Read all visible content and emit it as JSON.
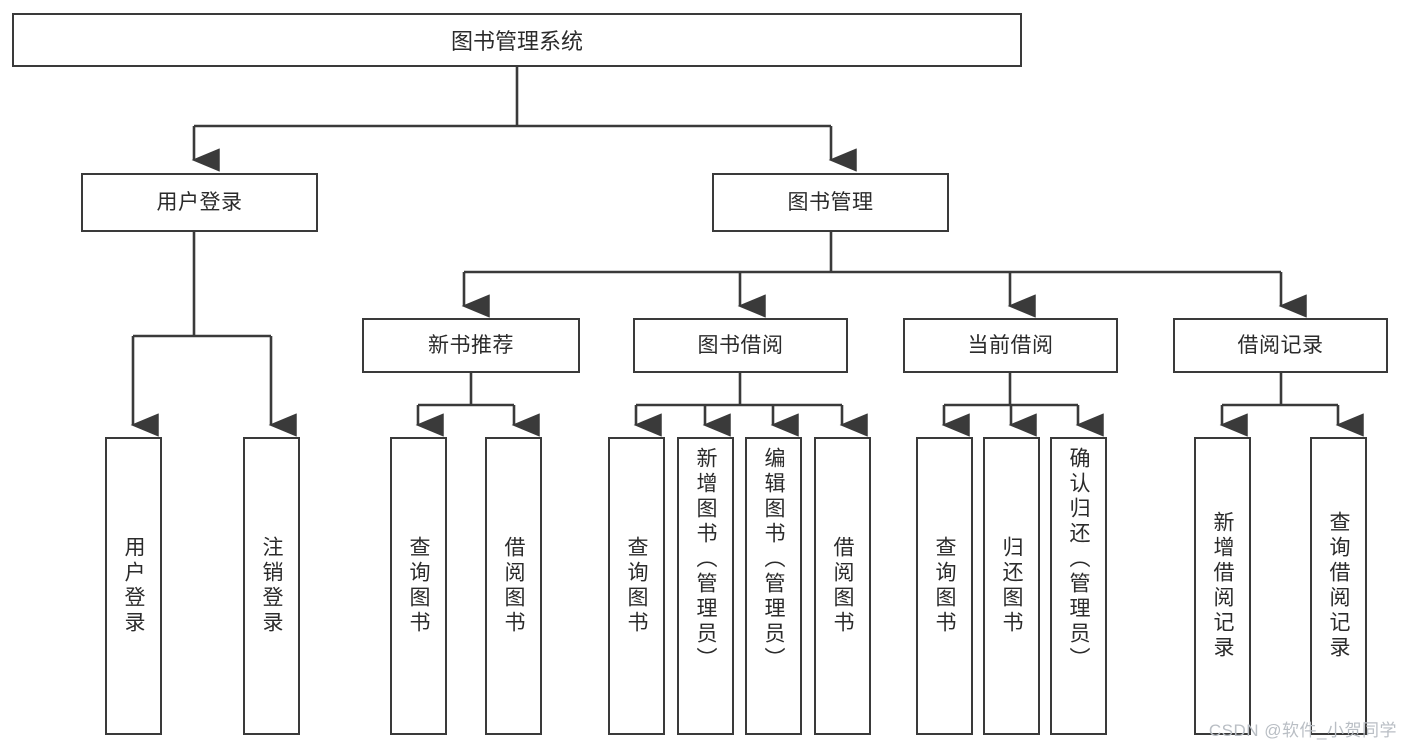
{
  "diagram": {
    "type": "tree-hierarchy",
    "title": "图书管理系统",
    "background_color": "#ffffff",
    "line_color": "#3a3a3a",
    "text_color": "#2b2b2b",
    "watermark": "CSDN @软件_小贺同学"
  },
  "nodes": {
    "root": {
      "label": "图书管理系统"
    },
    "level2": [
      {
        "id": "user-login",
        "label": "用户登录"
      },
      {
        "id": "book-manage",
        "label": "图书管理"
      }
    ],
    "level3": [
      {
        "id": "new-book-rec",
        "label": "新书推荐"
      },
      {
        "id": "book-borrow",
        "label": "图书借阅"
      },
      {
        "id": "current-borrow",
        "label": "当前借阅"
      },
      {
        "id": "borrow-record",
        "label": "借阅记录"
      }
    ],
    "leaves": {
      "user_login": [
        {
          "id": "leaf-user-login",
          "label": "用户登录"
        },
        {
          "id": "leaf-logout",
          "label": "注销登录"
        }
      ],
      "new_book_rec": [
        {
          "id": "leaf-query-book-1",
          "label": "查询图书"
        },
        {
          "id": "leaf-borrow-book-1",
          "label": "借阅图书"
        }
      ],
      "book_borrow": [
        {
          "id": "leaf-query-book-2",
          "label": "查询图书"
        },
        {
          "id": "leaf-add-book",
          "label": "新增图书（管理员）"
        },
        {
          "id": "leaf-edit-book",
          "label": "编辑图书（管理员）"
        },
        {
          "id": "leaf-borrow-book-2",
          "label": "借阅图书"
        }
      ],
      "current_borrow": [
        {
          "id": "leaf-query-book-3",
          "label": "查询图书"
        },
        {
          "id": "leaf-return-book",
          "label": "归还图书"
        },
        {
          "id": "leaf-confirm-return",
          "label": "确认归还（管理员）"
        }
      ],
      "borrow_record": [
        {
          "id": "leaf-add-record",
          "label": "新增借阅记录"
        },
        {
          "id": "leaf-query-record",
          "label": "查询借阅记录"
        }
      ]
    }
  }
}
